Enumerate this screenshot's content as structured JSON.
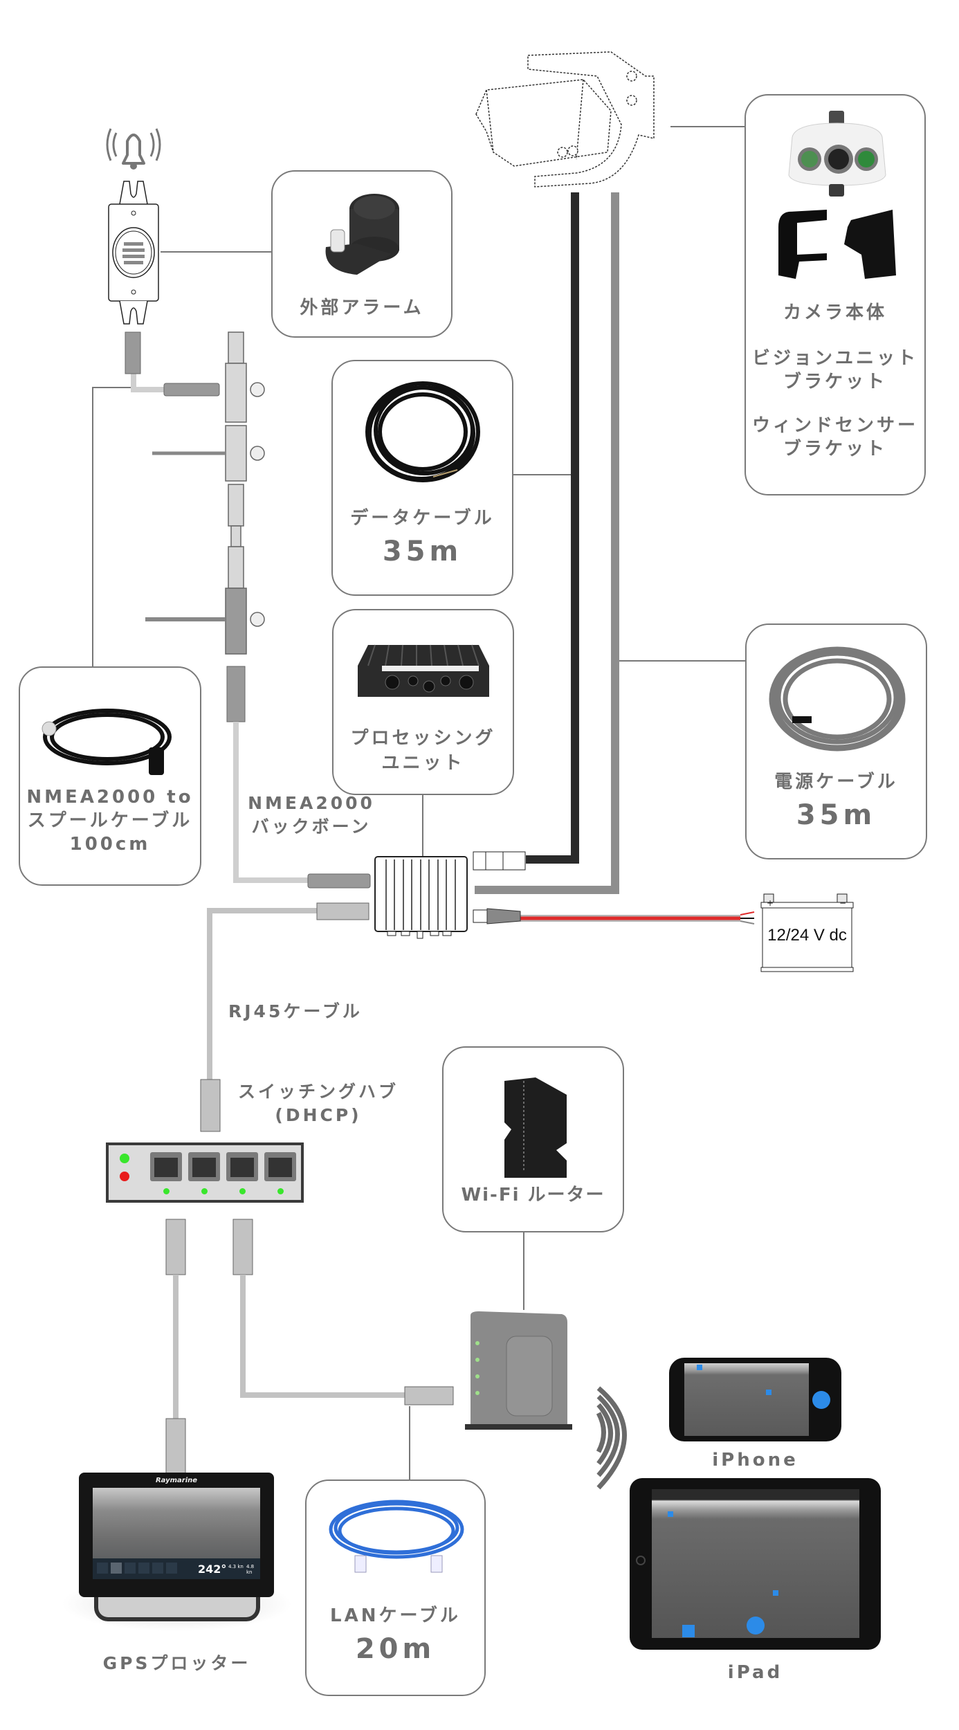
{
  "diagram": {
    "title": "System wiring diagram",
    "components": {
      "external_alarm": {
        "label": "外部アラーム"
      },
      "camera": {
        "labels": [
          "カメラ本体",
          "ビジョンユニット\nブラケット",
          "ウィンドセンサー\nブラケット"
        ],
        "line1": "カメラ本体",
        "line2a": "ビジョンユニット",
        "line2b": "ブラケット",
        "line3a": "ウィンドセンサー",
        "line3b": "ブラケット"
      },
      "data_cable": {
        "label": "データケーブル",
        "length": "35m"
      },
      "processing_unit": {
        "label_a": "プロセッシング",
        "label_b": "ユニット"
      },
      "power_cable": {
        "label": "電源ケーブル",
        "length": "35m"
      },
      "nmea_spool_cable": {
        "label_a": "NMEA2000 to",
        "label_b": "スプールケーブル",
        "label_c": "100cm"
      },
      "nmea_backbone": {
        "label_a": "NMEA2000",
        "label_b": "バックボーン"
      },
      "battery": {
        "label": "12/24 V dc",
        "plus": "+",
        "minus": "−"
      },
      "rj45_cable": {
        "label": "RJ45ケーブル"
      },
      "switching_hub": {
        "label_a": "スイッチングハブ",
        "label_b": "(DHCP)",
        "port_count": 4
      },
      "wifi_router": {
        "label": "Wi-Fi ルーター"
      },
      "lan_cable": {
        "label": "LANケーブル",
        "length": "20m"
      },
      "gps_plotter": {
        "label": "GPSプロッター",
        "brand": "Raymarine",
        "heading": "242°",
        "speed1": "4.3 kn",
        "speed2": "4.8 kn"
      },
      "iphone": {
        "label": "iPhone"
      },
      "ipad": {
        "label": "iPad"
      }
    },
    "colors": {
      "line": "#777777",
      "data_cable": "#2a2a2a",
      "power_cable": "#8e8e8e",
      "nmea_cable": "#cfcfcf",
      "rj45": "#c2c2c2",
      "red_wire": "#e02a2a",
      "led_green": "#39e62c",
      "led_red": "#e81b1b",
      "app_blue": "#2c8be8",
      "lan_blue": "#2f6fd8"
    }
  }
}
